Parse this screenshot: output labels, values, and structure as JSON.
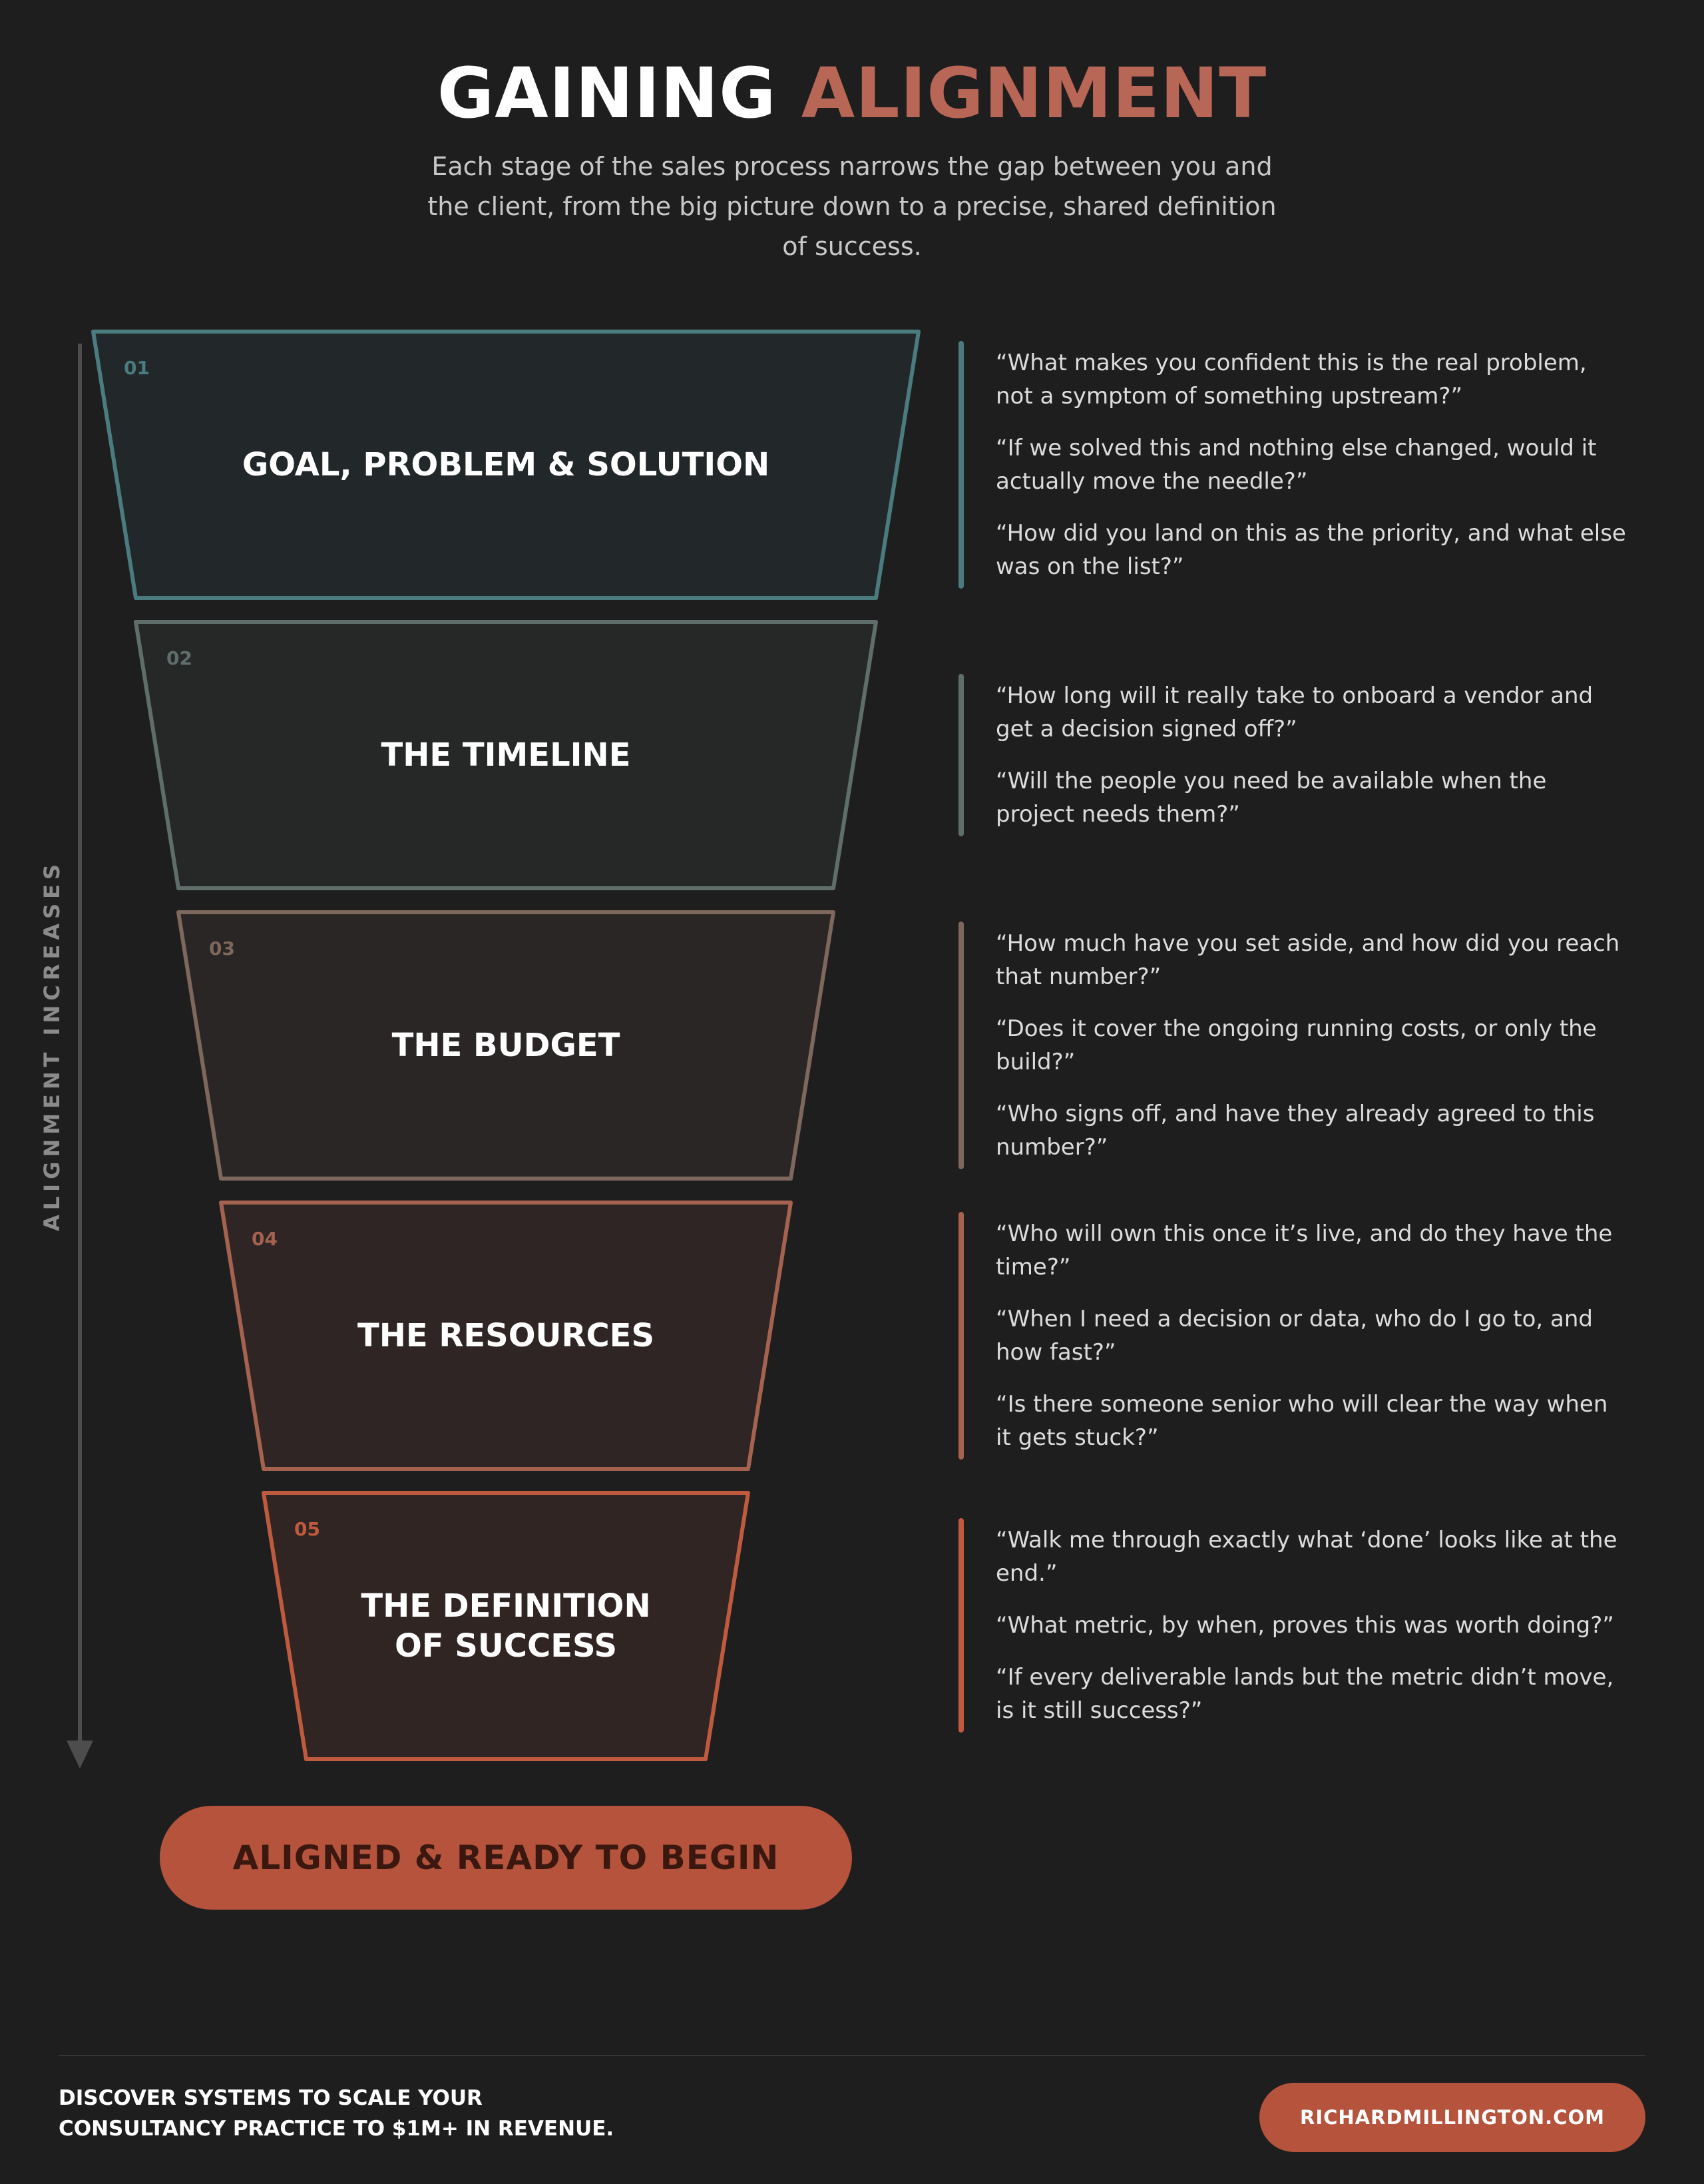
{
  "header": {
    "title_part1": "GAINING",
    "title_part2": "ALIGNMENT",
    "subtitle": "Each stage of the sales process narrows the gap between you and the client, from the big picture down to a precise, shared definition of success."
  },
  "side_label": "ALIGNMENT INCREASES",
  "stages": [
    {
      "number": "01",
      "title": "GOAL, PROBLEM & SOLUTION",
      "color": "#4a7b7f",
      "fill": "#222829",
      "questions": [
        "“What makes you confident this is the real problem, not a symptom of something upstream?”",
        "“If we solved this and nothing else changed, would it actually move the needle?”",
        "“How did you land on this as the priority, and what else was on the list?”"
      ]
    },
    {
      "number": "02",
      "title": "THE TIMELINE",
      "color": "#5f6e6b",
      "fill": "#262828",
      "questions": [
        "“How long will it really take to onboard a vendor and get a decision signed off?”",
        "“Will the people you need be available when the project needs them?”"
      ]
    },
    {
      "number": "03",
      "title": "THE BUDGET",
      "color": "#7e675c",
      "fill": "#292625",
      "questions": [
        "“How much have you set aside, and how did you reach that number?”",
        "“Does it cover the ongoing running costs, or only the build?”",
        "“Who signs off, and have they already agreed to this number?”"
      ]
    },
    {
      "number": "04",
      "title": "THE RESOURCES",
      "color": "#a5624f",
      "fill": "#2e2524",
      "questions": [
        "“Who will own this once it’s live, and do they have the time?”",
        "“When I need a decision or data, who do I go to, and how fast?”",
        "“Is there someone senior who will clear the way when it gets stuck?”"
      ]
    },
    {
      "number": "05",
      "title": "THE DEFINITION OF SUCCESS",
      "color": "#bf5a3f",
      "fill": "#312523",
      "questions": [
        "“Walk me through exactly what ‘done’ looks like at the end.”",
        "“What metric, by when, proves this was worth doing?”",
        "“If every deliverable lands but the metric didn’t move, is it still success?”"
      ]
    }
  ],
  "cta": "ALIGNED & READY TO BEGIN",
  "footer": {
    "line1": "DISCOVER SYSTEMS TO SCALE YOUR",
    "line2": "CONSULTANCY PRACTICE TO $1M+ IN REVENUE.",
    "link": "RICHARDMILLINGTON.COM"
  }
}
